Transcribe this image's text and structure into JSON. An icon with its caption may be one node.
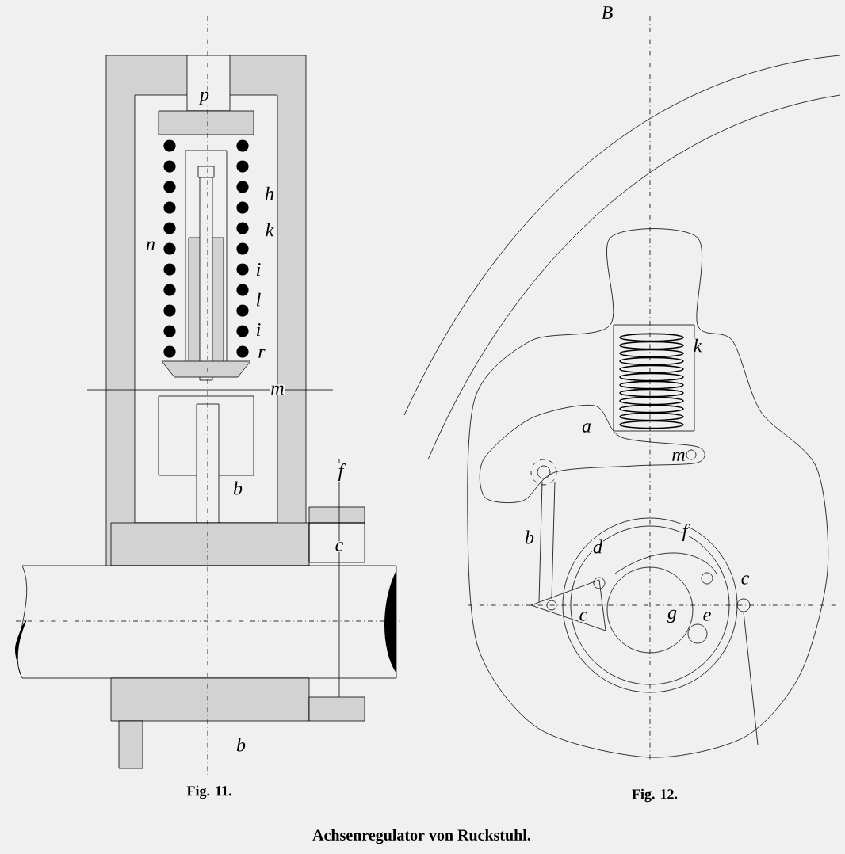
{
  "diagram": {
    "caption": "Achsenregulator von Ruckstuhl.",
    "labels": [
      "p",
      "h",
      "k",
      "n",
      "i",
      "l",
      "i",
      "r",
      "m",
      "b",
      "f",
      "c",
      "b",
      "Fig. 11.",
      "B",
      "k",
      "a",
      "m",
      "b",
      "f",
      "d",
      "c",
      "g",
      "e",
      "c",
      "Fig. 12."
    ]
  }
}
